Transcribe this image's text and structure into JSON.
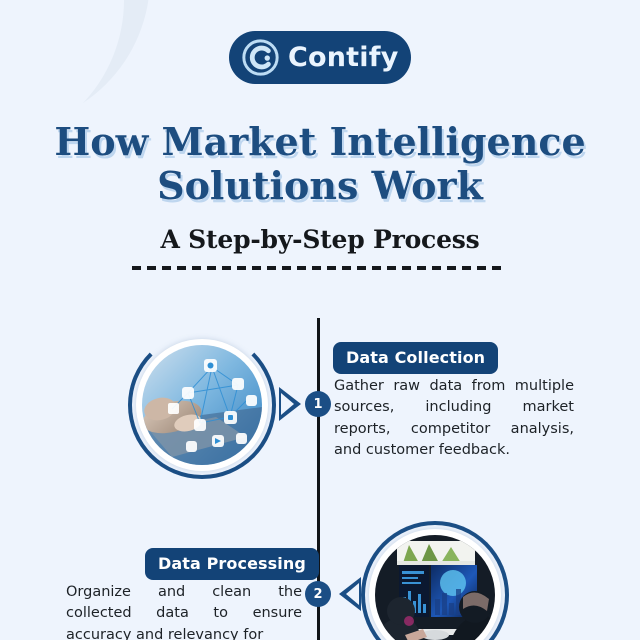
{
  "brand": {
    "name": "Contify",
    "logo_icon": "contify-c-mark",
    "logo_bg": "#134377",
    "logo_fg": "#cfe6f7"
  },
  "header": {
    "title_line1": "How Market Intelligence",
    "title_line2": "Solutions Work",
    "subtitle": "A Step-by-Step Process",
    "title_color": "#1d4d80",
    "subtitle_color": "#15181c",
    "divider": "dashed-rule"
  },
  "background": {
    "color": "#eef4fd",
    "accent_shape_color": "#e2eaf4"
  },
  "steps": [
    {
      "number": "1",
      "label": "Data Collection",
      "body": "Gather raw data from multiple sources, including market reports, competitor analysis, and customer feedback.",
      "image_alt": "hands-typing-on-laptop-with-blue-tech-icons",
      "side": "right"
    },
    {
      "number": "2",
      "label": "Data Processing",
      "body": "Organize and clean the collected data to ensure accuracy and relevancy for",
      "image_alt": "two-people-viewing-blue-data-dashboards",
      "side": "left"
    }
  ]
}
